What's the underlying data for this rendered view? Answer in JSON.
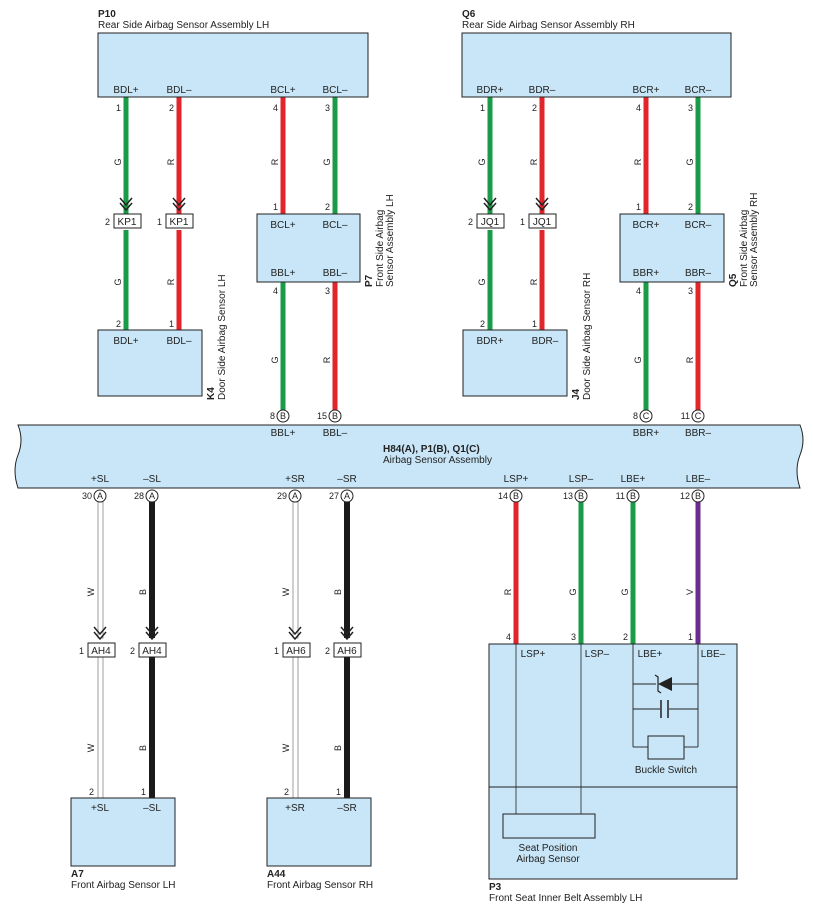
{
  "components": {
    "p10": {
      "code": "P10",
      "name": "Rear Side Airbag Sensor Assembly LH",
      "pins": [
        "BDL+",
        "BDL–",
        "BCL+",
        "BCL–"
      ]
    },
    "q6": {
      "code": "Q6",
      "name": "Rear Side Airbag Sensor Assembly RH",
      "pins": [
        "BDR+",
        "BDR–",
        "BCR+",
        "BCR–"
      ]
    },
    "k4": {
      "code": "K4",
      "name": "Door Side Airbag Sensor LH",
      "pins": [
        "BDL+",
        "BDL–"
      ]
    },
    "j4": {
      "code": "J4",
      "name": "Door Side Airbag Sensor RH",
      "pins": [
        "BDR+",
        "BDR–"
      ]
    },
    "p7": {
      "code": "P7",
      "name_line1": "Front Side Airbag",
      "name_line2": "Sensor Assembly LH",
      "pins": [
        "BCL+",
        "BCL–",
        "BBL+",
        "BBL–"
      ]
    },
    "q5": {
      "code": "Q5",
      "name_line1": "Front Side Airbag",
      "name_line2": "Sensor Assembly RH",
      "pins": [
        "BCR+",
        "BCR–",
        "BBR+",
        "BBR–"
      ]
    },
    "main": {
      "code": "H84(A), P1(B), Q1(C)",
      "name": "Airbag Sensor Assembly",
      "top_pins": [
        "BBL+",
        "BBL–",
        "BBR+",
        "BBR–"
      ],
      "bottom_pins": [
        "+SL",
        "–SL",
        "+SR",
        "–SR",
        "LSP+",
        "LSP–",
        "LBE+",
        "LBE–"
      ]
    },
    "a7": {
      "code": "A7",
      "name": "Front Airbag Sensor LH",
      "pins": [
        "+SL",
        "–SL"
      ]
    },
    "a44": {
      "code": "A44",
      "name": "Front Airbag Sensor RH",
      "pins": [
        "+SR",
        "–SR"
      ]
    },
    "p3": {
      "code": "P3",
      "name": "Front Seat Inner Belt Assembly LH",
      "pins": [
        "LSP+",
        "LSP–",
        "LBE+",
        "LBE–"
      ],
      "buckle_switch": "Buckle Switch",
      "seat_sensor_line1": "Seat Position",
      "seat_sensor_line2": "Airbag Sensor"
    }
  },
  "junctions": {
    "kp1": "KP1",
    "jq1": "JQ1",
    "ah4": "AH4",
    "ah6": "AH6"
  },
  "connector_letters": {
    "a": "A",
    "b": "B",
    "c": "C"
  },
  "wire_colors": {
    "green": "#1a9b47",
    "red": "#e2242b",
    "black": "#1a1a1a",
    "white": "#ffffff",
    "violet": "#6a2c91"
  },
  "wire_letters": {
    "g": "G",
    "r": "R",
    "w": "W",
    "b": "B",
    "v": "V"
  },
  "pin_numbers": {
    "p10": [
      "1",
      "2",
      "4",
      "3"
    ],
    "q6": [
      "1",
      "2",
      "4",
      "3"
    ],
    "kp1": [
      "2",
      "1"
    ],
    "jq1": [
      "2",
      "1"
    ],
    "k4": [
      "2",
      "1"
    ],
    "j4": [
      "2",
      "1"
    ],
    "p7_top": [
      "1",
      "2"
    ],
    "p7_bottom": [
      "4",
      "3"
    ],
    "q5_top": [
      "1",
      "2"
    ],
    "q5_bottom": [
      "4",
      "3"
    ],
    "main_top": [
      "8",
      "15",
      "8",
      "11"
    ],
    "main_bottom": [
      "30",
      "28",
      "29",
      "27",
      "14",
      "13",
      "11",
      "12"
    ],
    "ah4": [
      "1",
      "2"
    ],
    "ah6": [
      "1",
      "2"
    ],
    "a7": [
      "2",
      "1"
    ],
    "a44": [
      "2",
      "1"
    ],
    "p3": [
      "4",
      "3",
      "2",
      "1"
    ]
  }
}
